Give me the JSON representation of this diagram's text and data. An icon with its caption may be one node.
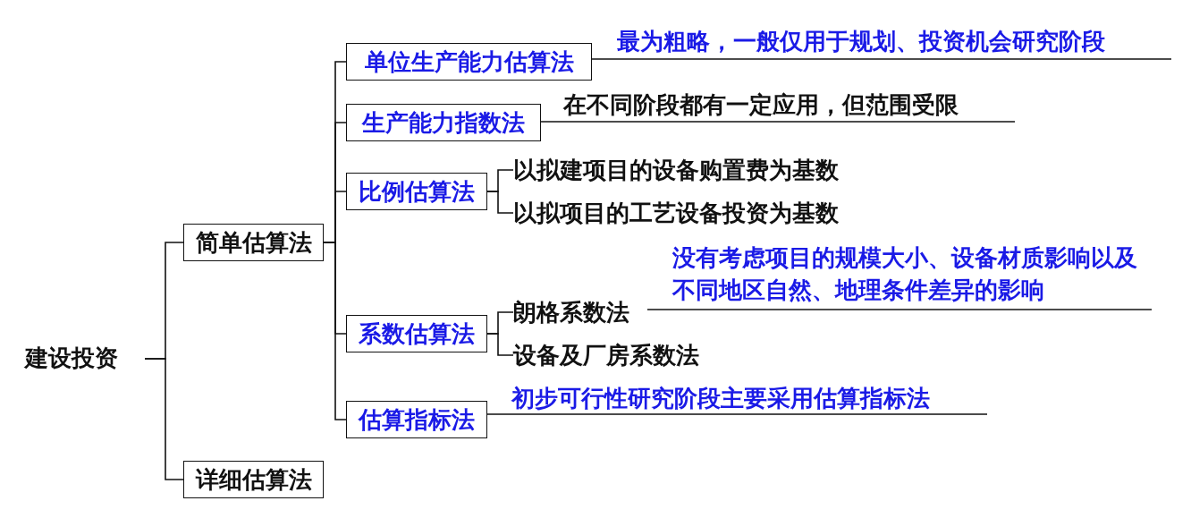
{
  "diagram": {
    "nodes": [
      {
        "text": [
          "建设投资"
        ]
      },
      {
        "text": [
          "简单估算法"
        ]
      },
      {
        "text": [
          "详细估算法"
        ]
      },
      {
        "text": [
          "单位生产能力估算法"
        ]
      },
      {
        "text": [
          "生产能力指数法"
        ]
      },
      {
        "text": [
          "比例估算法"
        ]
      },
      {
        "text": [
          "系数估算法"
        ]
      },
      {
        "text": [
          "估算指标法"
        ]
      },
      {
        "text": [
          "最为粗略，一般仅用于规划、投资机会研究阶段"
        ]
      },
      {
        "text": [
          "在不同阶段都有一定应用，但范围受限"
        ]
      },
      {
        "text": [
          "以拟建项目的设备购置费为基数"
        ]
      },
      {
        "text": [
          "以拟项目的工艺设备投资为基数"
        ]
      },
      {
        "text": [
          "朗格系数法"
        ]
      },
      {
        "text": [
          "设备及厂房系数法"
        ]
      },
      {
        "text": [
          "没有考虑项目的规模大小、设备材质影响以及不同地区自然、地理条件差异的影响"
        ]
      },
      {
        "text": [
          "初步可行性研究阶段主要采用估算指标法"
        ]
      }
    ],
    "edges": [
      {
        "from": 0,
        "to": 1,
        "arrow": "none"
      },
      {
        "from": 0,
        "to": 2,
        "arrow": "none"
      },
      {
        "from": 1,
        "to": 3,
        "arrow": "none"
      },
      {
        "from": 1,
        "to": 4,
        "arrow": "none"
      },
      {
        "from": 1,
        "to": 5,
        "arrow": "none"
      },
      {
        "from": 1,
        "to": 6,
        "arrow": "none"
      },
      {
        "from": 1,
        "to": 7,
        "arrow": "none"
      },
      {
        "from": 3,
        "to": 8,
        "arrow": "none"
      },
      {
        "from": 4,
        "to": 9,
        "arrow": "none"
      },
      {
        "from": 5,
        "to": 10,
        "arrow": "none"
      },
      {
        "from": 5,
        "to": 11,
        "arrow": "none"
      },
      {
        "from": 6,
        "to": 12,
        "arrow": "none"
      },
      {
        "from": 6,
        "to": 13,
        "arrow": "none"
      },
      {
        "from": 12,
        "to": 14,
        "arrow": "none"
      },
      {
        "from": 7,
        "to": 15,
        "arrow": "none"
      }
    ]
  }
}
